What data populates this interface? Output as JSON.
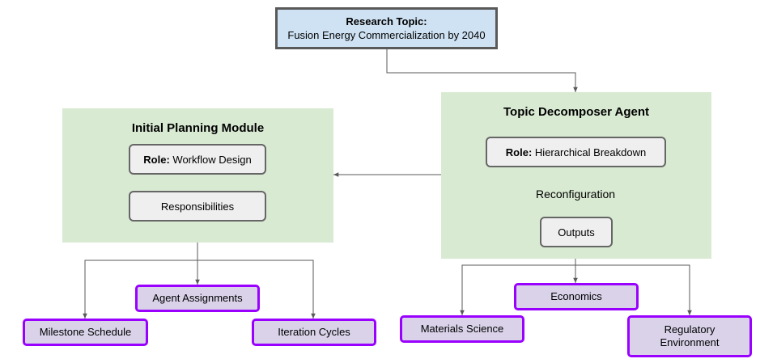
{
  "topic": {
    "label": "Research Topic:",
    "text": "Fusion Energy Commercialization by 2040"
  },
  "planning": {
    "title": "Initial Planning Module",
    "role_label": "Role:",
    "role_text": "Workflow Design",
    "responsibilities": "Responsibilities",
    "items": {
      "agent_assignments": "Agent Assignments",
      "milestone_schedule": "Milestone Schedule",
      "iteration_cycles": "Iteration Cycles"
    }
  },
  "decomposer": {
    "title": "Topic Decomposer Agent",
    "role_label": "Role:",
    "role_text": "Hierarchical Breakdown",
    "reconfiguration": "Reconfiguration",
    "outputs": "Outputs",
    "items": {
      "economics": "Economics",
      "materials_science": "Materials Science",
      "regulatory_environment": "Regulatory Environment"
    }
  },
  "colors": {
    "panel": "#d9ead3",
    "topic_fill": "#cfe2f3",
    "leaf_fill": "#d9d2e9",
    "leaf_border": "#9900ff",
    "connector": "#595959"
  }
}
